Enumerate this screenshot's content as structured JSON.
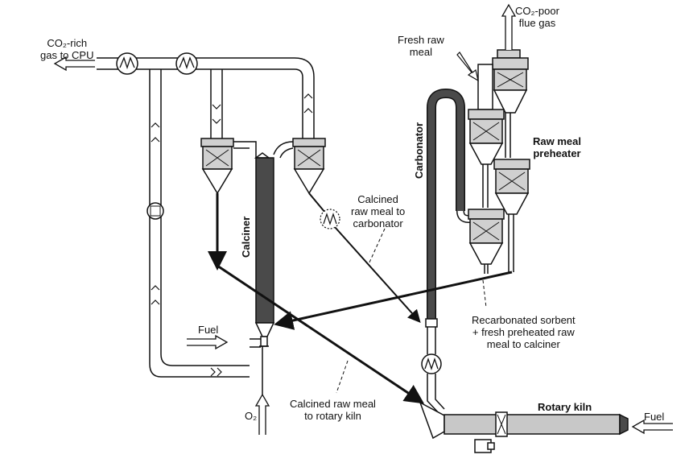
{
  "labels": {
    "co2_rich": [
      "CO₂-rich",
      "gas to CPU"
    ],
    "co2_poor": [
      "CO₂-poor",
      "flue gas"
    ],
    "fresh_raw_meal": [
      "Fresh raw",
      "meal"
    ],
    "raw_meal_preheater": [
      "Raw meal",
      "preheater"
    ],
    "calciner": "Calciner",
    "carbonator": "Carbonator",
    "calcined_to_carbonator": [
      "Calcined",
      "raw meal to",
      "carbonator"
    ],
    "recarbonated": [
      "Recarbonated sorbent",
      "+ fresh preheated raw",
      "meal to calciner"
    ],
    "fuel_left": "Fuel",
    "fuel_right": "Fuel",
    "o2": "O₂",
    "calcined_to_kiln": [
      "Calcined raw meal",
      "to rotary kiln"
    ],
    "rotary_kiln": "Rotary kiln"
  },
  "colors": {
    "line": "#111111",
    "reactor_fill": "#4a4a4a",
    "cyclone_fill": "#d0d0d0",
    "kiln_fill": "#c8c8c8",
    "pipe_fill": "#ffffff"
  }
}
